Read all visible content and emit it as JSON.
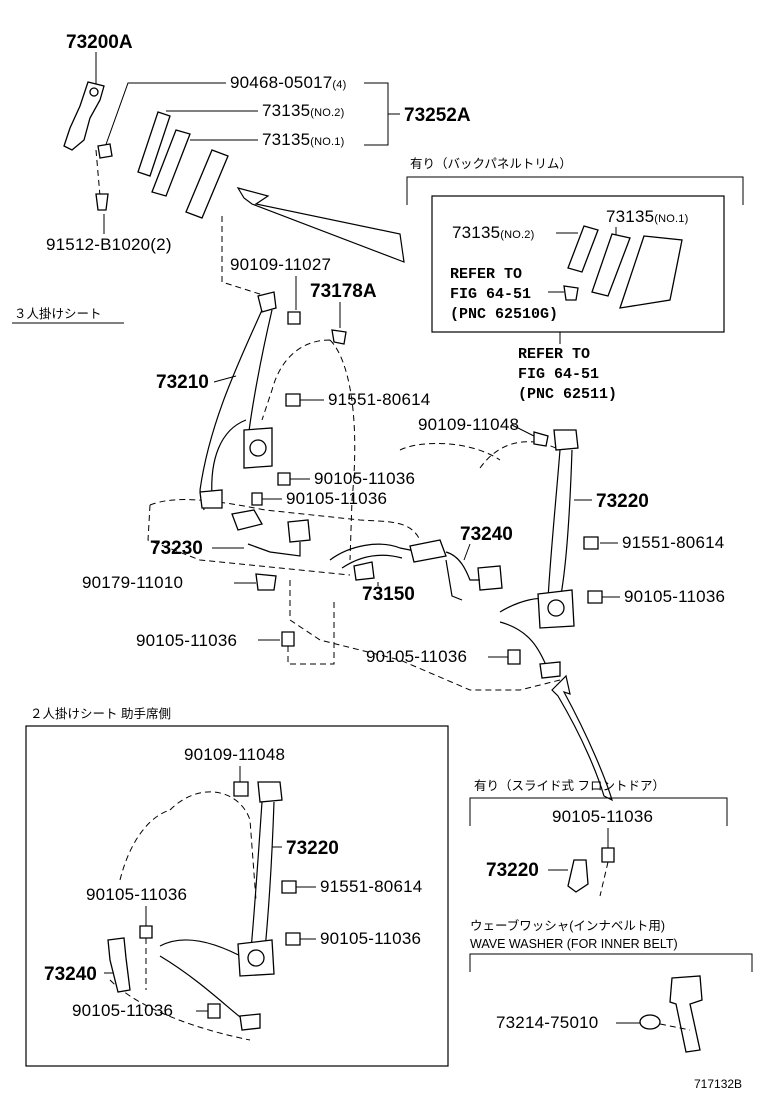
{
  "top_group": {
    "p73200A": "73200A",
    "p90468": "90468-05017",
    "p90468_qty": "(4)",
    "p73135_no2": "73135",
    "no2": "(NO.2)",
    "p73135_no1": "73135",
    "no1": "(NO.1)",
    "p73252A": "73252A",
    "p91512": "91512-B1020",
    "p91512_qty": "(2)"
  },
  "back_panel": {
    "caption": "有り（バックパネルトリム）",
    "p73135_no2": "73135",
    "no2": "(NO.2)",
    "p73135_no1": "73135",
    "no1": "(NO.1)",
    "refer_line1": "REFER TO",
    "refer_line2": "FIG 64-51",
    "refer_line3": "(PNC 62510G)"
  },
  "refer_outer": {
    "line1": "REFER TO",
    "line2": "FIG 64-51",
    "line3": "(PNC 62511)"
  },
  "three_seat": {
    "caption": "３人掛けシート",
    "p90109_11027": "90109-11027",
    "p73178A": "73178A",
    "p73210": "73210",
    "p91551_a": "91551-80614",
    "p90109_11048": "90109-11048",
    "p90105_a": "90105-11036",
    "p90105_b": "90105-11036",
    "p73220": "73220",
    "p73230": "73230",
    "p73240": "73240",
    "p91551_b": "91551-80614",
    "p90179": "90179-11010",
    "p73150": "73150",
    "p90105_c": "90105-11036",
    "p90105_d": "90105-11036",
    "p90105_e": "90105-11036"
  },
  "two_seat": {
    "caption": "２人掛けシート 助手席側",
    "p90109_11048": "90109-11048",
    "p73220": "73220",
    "p90105_a": "90105-11036",
    "p91551": "91551-80614",
    "p90105_b": "90105-11036",
    "p73240": "73240",
    "p90105_c": "90105-11036"
  },
  "slide_door": {
    "caption": "有り（スライド式 フロントドア）",
    "p90105": "90105-11036",
    "p73220": "73220"
  },
  "wave_washer": {
    "caption_jp": "ウェーブワッシャ(インナベルト用)",
    "caption_en": "WAVE WASHER (FOR INNER BELT)",
    "p73214": "73214-75010"
  },
  "figure_code": "717132B"
}
